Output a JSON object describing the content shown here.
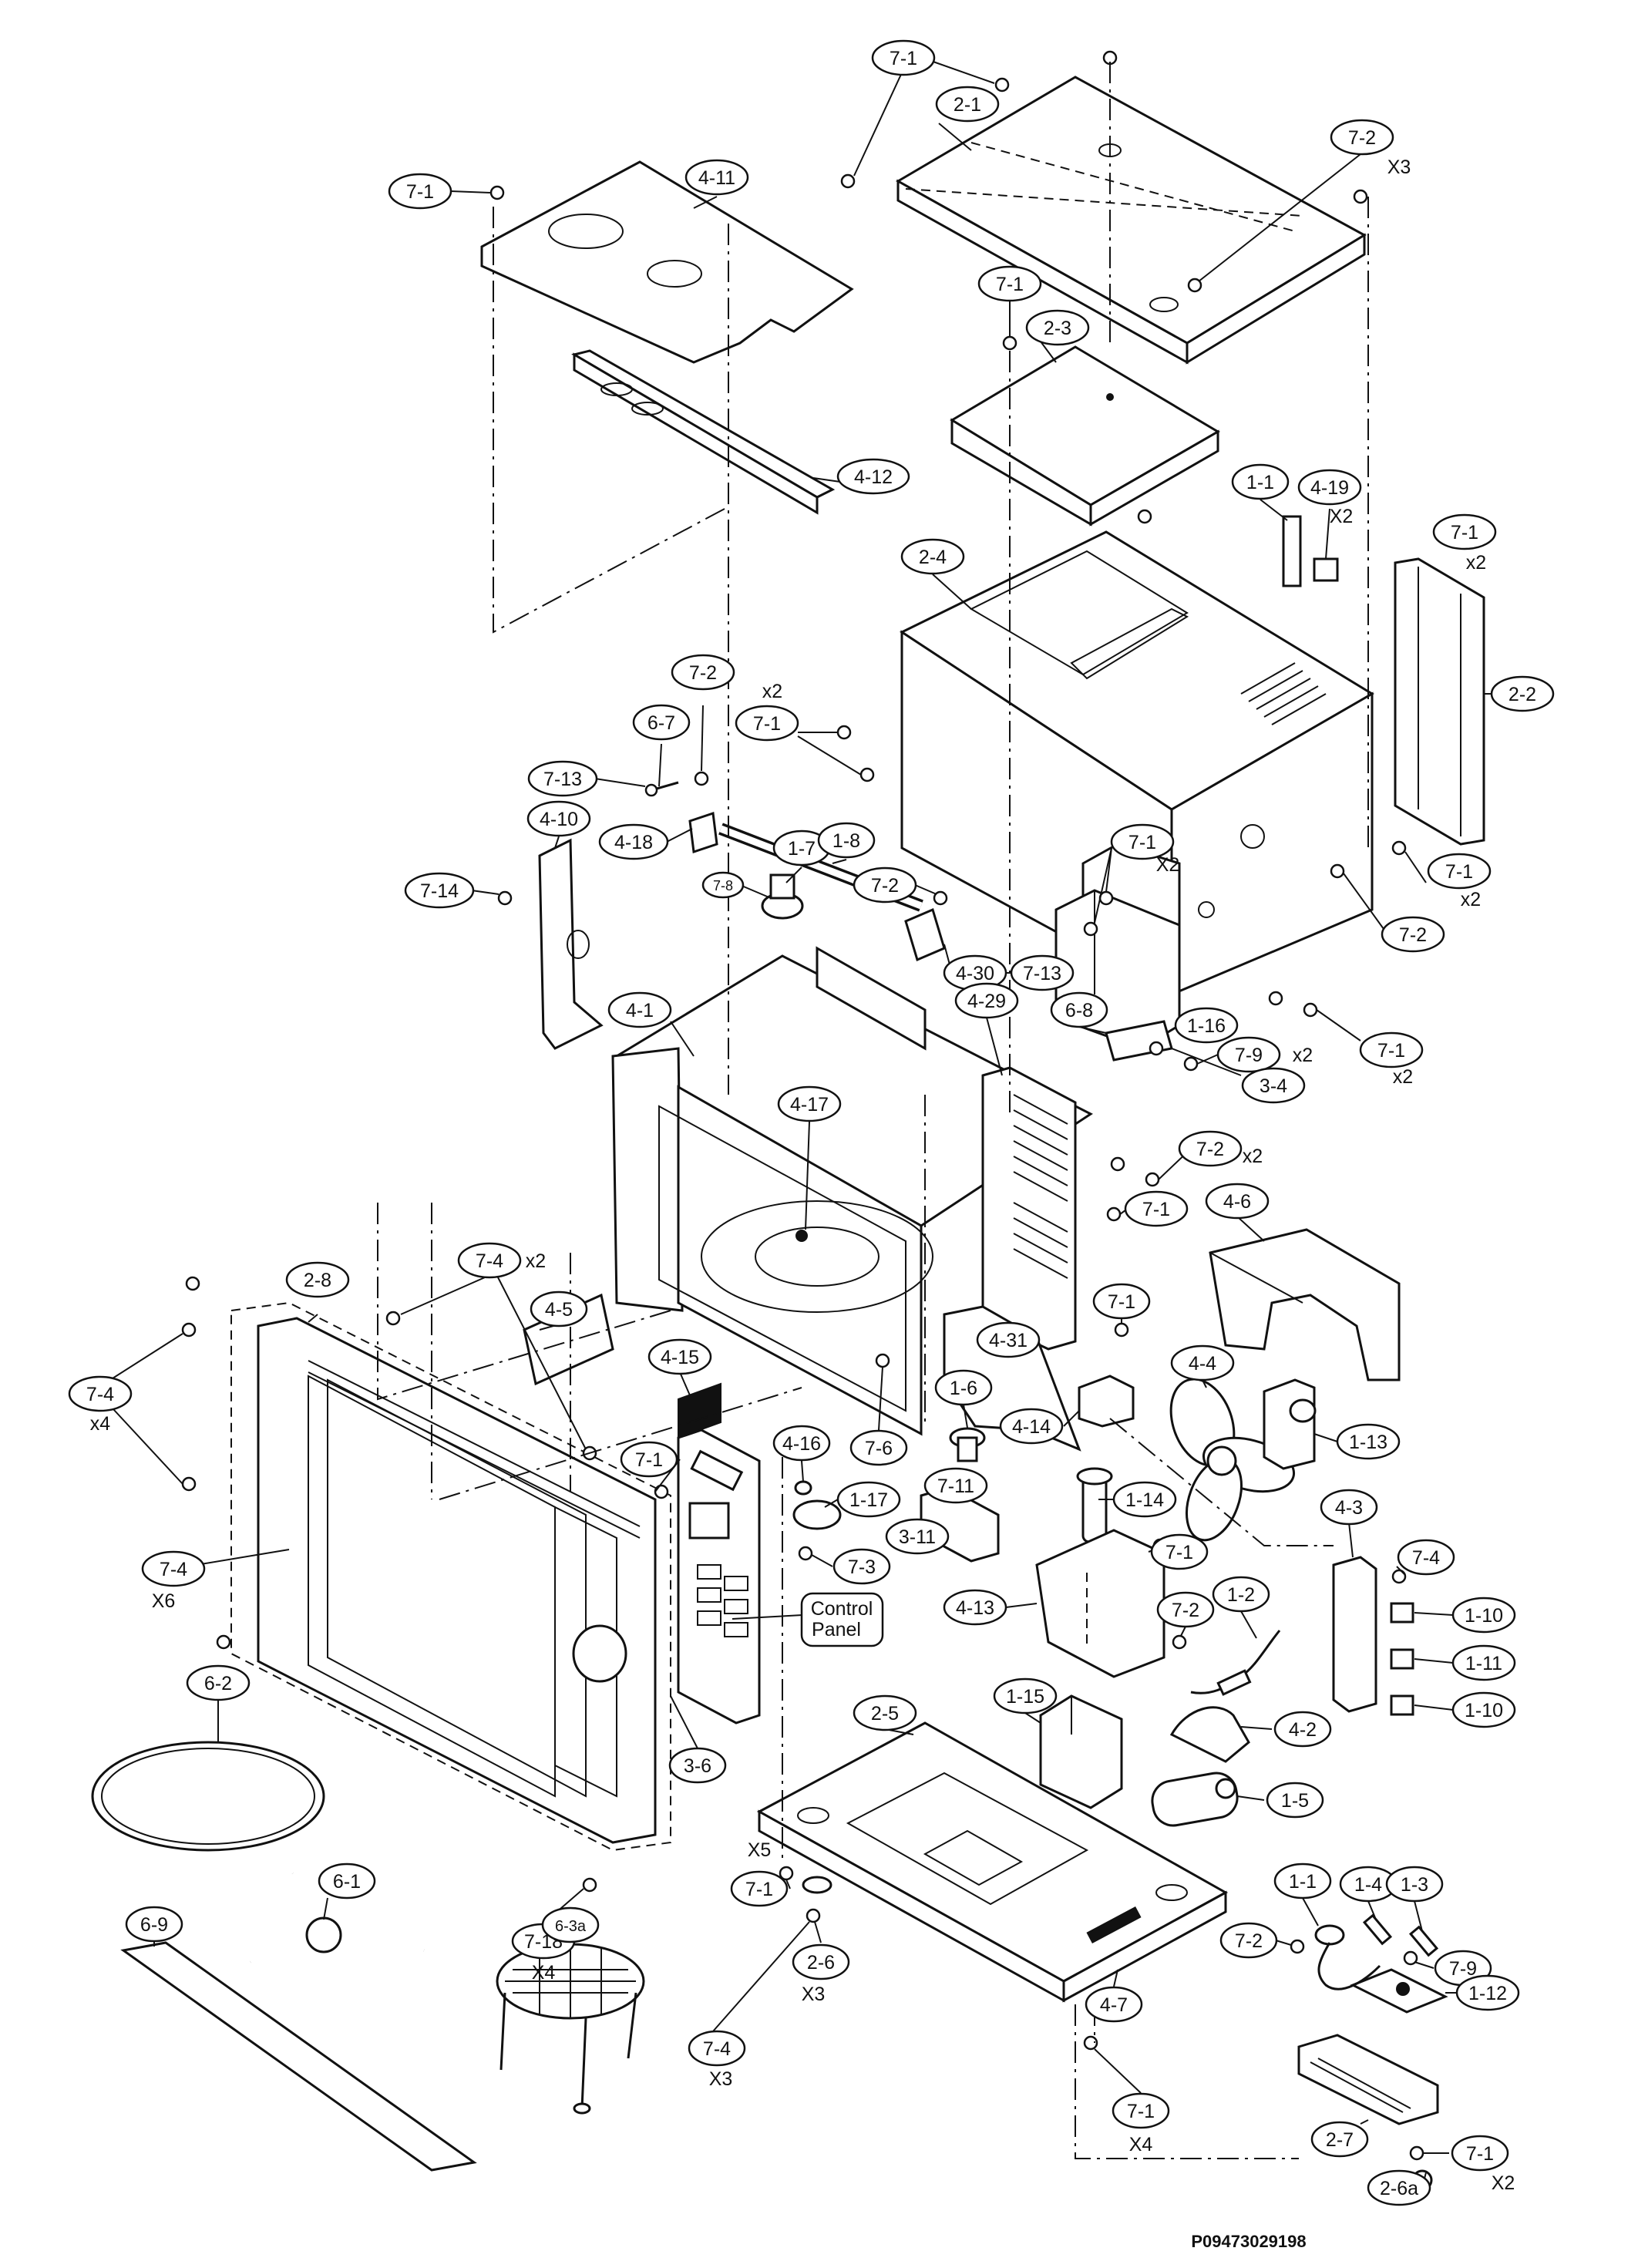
{
  "diagram_code": "P09473029198",
  "panel_label": {
    "line1": "Control",
    "line2": "Panel"
  },
  "callouts": [
    {
      "id": "c01",
      "label": "7-1"
    },
    {
      "id": "c02",
      "label": "2-1"
    },
    {
      "id": "c03",
      "label": "7-2",
      "qty": "X3"
    },
    {
      "id": "c04",
      "label": "7-1"
    },
    {
      "id": "c05",
      "label": "4-11"
    },
    {
      "id": "c06",
      "label": "7-1"
    },
    {
      "id": "c07",
      "label": "2-3"
    },
    {
      "id": "c08",
      "label": "4-12"
    },
    {
      "id": "c09",
      "label": "1-1"
    },
    {
      "id": "c10",
      "label": "4-19",
      "qty": "X2"
    },
    {
      "id": "c11",
      "label": "7-1",
      "qty": "x2"
    },
    {
      "id": "c12",
      "label": "2-4"
    },
    {
      "id": "c13",
      "label": "2-2"
    },
    {
      "id": "c14",
      "label": "7-2"
    },
    {
      "id": "c15",
      "label": "7-1",
      "qty": "x2"
    },
    {
      "id": "c16",
      "label": "6-7"
    },
    {
      "id": "c17",
      "label": "7-13"
    },
    {
      "id": "c18",
      "label": "4-18"
    },
    {
      "id": "c19",
      "label": "4-10"
    },
    {
      "id": "c20",
      "label": "1-7"
    },
    {
      "id": "c21",
      "label": "1-8"
    },
    {
      "id": "c22",
      "label": "7-8"
    },
    {
      "id": "c23",
      "label": "7-14"
    },
    {
      "id": "c24",
      "label": "7-2"
    },
    {
      "id": "c25",
      "label": "7-1",
      "qty": "X2"
    },
    {
      "id": "c26",
      "label": "7-1",
      "qty": "x2"
    },
    {
      "id": "c27",
      "label": "7-2"
    },
    {
      "id": "c28",
      "label": "4-30"
    },
    {
      "id": "c29",
      "label": "7-13"
    },
    {
      "id": "c30",
      "label": "4-1"
    },
    {
      "id": "c31",
      "label": "4-29"
    },
    {
      "id": "c32",
      "label": "1-16"
    },
    {
      "id": "c33",
      "label": "7-1",
      "qty": "x2"
    },
    {
      "id": "c34",
      "label": "6-8"
    },
    {
      "id": "c35",
      "label": "7-9",
      "qty": "x2"
    },
    {
      "id": "c36",
      "label": "3-4"
    },
    {
      "id": "c37",
      "label": "4-17"
    },
    {
      "id": "c38",
      "label": "7-2",
      "qty": "x2"
    },
    {
      "id": "c39",
      "label": "7-1"
    },
    {
      "id": "c40",
      "label": "4-6"
    },
    {
      "id": "c41",
      "label": "2-8"
    },
    {
      "id": "c42",
      "label": "7-4",
      "qty": "x2"
    },
    {
      "id": "c43",
      "label": "4-5"
    },
    {
      "id": "c44",
      "label": "7-1"
    },
    {
      "id": "c45",
      "label": "4-31"
    },
    {
      "id": "c46",
      "label": "4-15"
    },
    {
      "id": "c47",
      "label": "7-4",
      "qty": "x4"
    },
    {
      "id": "c48",
      "label": "1-6"
    },
    {
      "id": "c49",
      "label": "4-4"
    },
    {
      "id": "c50",
      "label": "1-13"
    },
    {
      "id": "c51",
      "label": "4-16"
    },
    {
      "id": "c52",
      "label": "7-6"
    },
    {
      "id": "c53",
      "label": "4-14"
    },
    {
      "id": "c54",
      "label": "7-1"
    },
    {
      "id": "c55",
      "label": "7-11"
    },
    {
      "id": "c56",
      "label": "1-17"
    },
    {
      "id": "c57",
      "label": "1-14"
    },
    {
      "id": "c58",
      "label": "3-11"
    },
    {
      "id": "c59",
      "label": "4-3"
    },
    {
      "id": "c60",
      "label": "7-3"
    },
    {
      "id": "c61",
      "label": "7-1"
    },
    {
      "id": "c62",
      "label": "7-4"
    },
    {
      "id": "c63",
      "label": "7-4",
      "qty": "X6"
    },
    {
      "id": "c64",
      "label": "4-13"
    },
    {
      "id": "c65",
      "label": "1-2"
    },
    {
      "id": "c66",
      "label": "7-2"
    },
    {
      "id": "c67",
      "label": "1-10"
    },
    {
      "id": "c68",
      "label": "1-11"
    },
    {
      "id": "c69",
      "label": "6-2"
    },
    {
      "id": "c70",
      "label": "3-6"
    },
    {
      "id": "c71",
      "label": "1-10"
    },
    {
      "id": "c72",
      "label": "2-5"
    },
    {
      "id": "c73",
      "label": "1-15"
    },
    {
      "id": "c74",
      "label": "4-2"
    },
    {
      "id": "c75",
      "label": "1-5"
    },
    {
      "id": "c76",
      "label": "6-1"
    },
    {
      "id": "c77",
      "label": "7-1",
      "qty": "X5"
    },
    {
      "id": "c78",
      "label": "7-18",
      "qty": "X4"
    },
    {
      "id": "c79",
      "label": "1-1"
    },
    {
      "id": "c80",
      "label": "1-4"
    },
    {
      "id": "c81",
      "label": "1-3"
    },
    {
      "id": "c82",
      "label": "6-9"
    },
    {
      "id": "c83",
      "label": "2-6",
      "qty": "X3"
    },
    {
      "id": "c84",
      "label": "6-3a"
    },
    {
      "id": "c85",
      "label": "7-2"
    },
    {
      "id": "c86",
      "label": "7-9"
    },
    {
      "id": "c87",
      "label": "4-7"
    },
    {
      "id": "c88",
      "label": "1-12"
    },
    {
      "id": "c89",
      "label": "7-4",
      "qty": "X3"
    },
    {
      "id": "c90",
      "label": "7-1",
      "qty": "X4"
    },
    {
      "id": "c91",
      "label": "2-7"
    },
    {
      "id": "c92",
      "label": "2-6a"
    },
    {
      "id": "c93",
      "label": "7-1",
      "qty": "X2"
    }
  ]
}
